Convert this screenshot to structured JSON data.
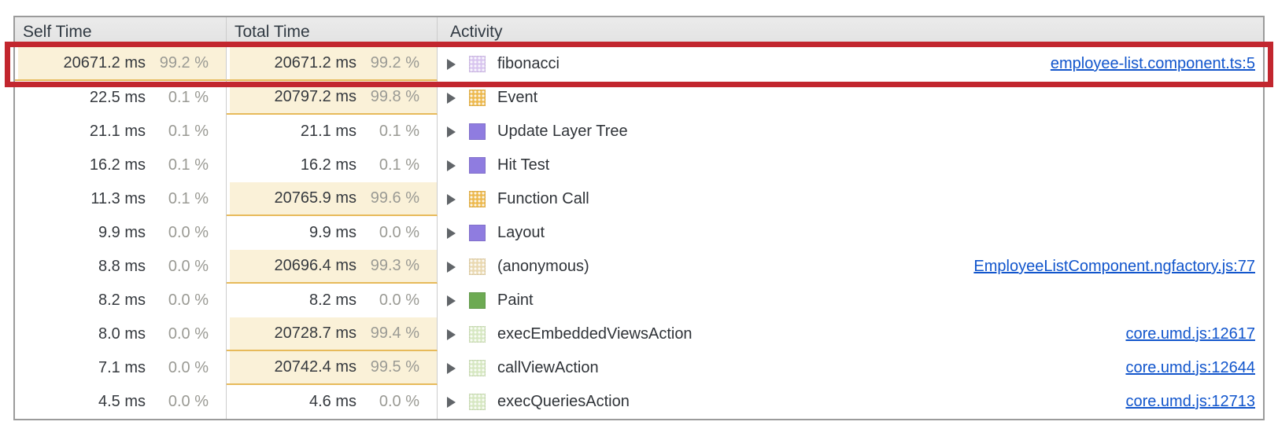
{
  "colors": {
    "annotation_red": "#c2262e",
    "link_blue": "#1155cc",
    "heavy_cell_bg": "#faf1d8",
    "heavy_cell_border": "#e7ba5a",
    "header_text": "#303942",
    "percent_gray": "#9a9a94"
  },
  "table": {
    "columns": [
      {
        "label": "Self Time"
      },
      {
        "label": "Total Time"
      },
      {
        "label": "Activity"
      }
    ],
    "rows": [
      {
        "self_time": "20671.2 ms",
        "self_pct": "99.2 %",
        "self_heavy": true,
        "total_time": "20671.2 ms",
        "total_pct": "99.2 %",
        "total_heavy": true,
        "activity": "fibonacci",
        "swatch_color": "#d9c6ef",
        "swatch_textured": true,
        "link": "employee-list.component.ts:5",
        "annotated": true
      },
      {
        "self_time": "22.5 ms",
        "self_pct": "0.1 %",
        "self_heavy": false,
        "total_time": "20797.2 ms",
        "total_pct": "99.8 %",
        "total_heavy": true,
        "activity": "Event",
        "swatch_color": "#edba50",
        "swatch_textured": true,
        "link": null,
        "annotated": false
      },
      {
        "self_time": "21.1 ms",
        "self_pct": "0.1 %",
        "self_heavy": false,
        "total_time": "21.1 ms",
        "total_pct": "0.1 %",
        "total_heavy": false,
        "activity": "Update Layer Tree",
        "swatch_color": "#8f7ce0",
        "swatch_textured": false,
        "link": null,
        "annotated": false
      },
      {
        "self_time": "16.2 ms",
        "self_pct": "0.1 %",
        "self_heavy": false,
        "total_time": "16.2 ms",
        "total_pct": "0.1 %",
        "total_heavy": false,
        "activity": "Hit Test",
        "swatch_color": "#8f7ce0",
        "swatch_textured": false,
        "link": null,
        "annotated": false
      },
      {
        "self_time": "11.3 ms",
        "self_pct": "0.1 %",
        "self_heavy": false,
        "total_time": "20765.9 ms",
        "total_pct": "99.6 %",
        "total_heavy": true,
        "activity": "Function Call",
        "swatch_color": "#edba50",
        "swatch_textured": true,
        "link": null,
        "annotated": false
      },
      {
        "self_time": "9.9 ms",
        "self_pct": "0.0 %",
        "self_heavy": false,
        "total_time": "9.9 ms",
        "total_pct": "0.0 %",
        "total_heavy": false,
        "activity": "Layout",
        "swatch_color": "#8f7ce0",
        "swatch_textured": false,
        "link": null,
        "annotated": false
      },
      {
        "self_time": "8.8 ms",
        "self_pct": "0.0 %",
        "self_heavy": false,
        "total_time": "20696.4 ms",
        "total_pct": "99.3 %",
        "total_heavy": true,
        "activity": "(anonymous)",
        "swatch_color": "#ead9b2",
        "swatch_textured": true,
        "link": "EmployeeListComponent.ngfactory.js:77",
        "annotated": false
      },
      {
        "self_time": "8.2 ms",
        "self_pct": "0.0 %",
        "self_heavy": false,
        "total_time": "8.2 ms",
        "total_pct": "0.0 %",
        "total_heavy": false,
        "activity": "Paint",
        "swatch_color": "#6daa53",
        "swatch_textured": false,
        "link": null,
        "annotated": false
      },
      {
        "self_time": "8.0 ms",
        "self_pct": "0.0 %",
        "self_heavy": false,
        "total_time": "20728.7 ms",
        "total_pct": "99.4 %",
        "total_heavy": true,
        "activity": "execEmbeddedViewsAction",
        "swatch_color": "#d7e8c3",
        "swatch_textured": true,
        "link": "core.umd.js:12617",
        "annotated": false
      },
      {
        "self_time": "7.1 ms",
        "self_pct": "0.0 %",
        "self_heavy": false,
        "total_time": "20742.4 ms",
        "total_pct": "99.5 %",
        "total_heavy": true,
        "activity": "callViewAction",
        "swatch_color": "#d7e8c3",
        "swatch_textured": true,
        "link": "core.umd.js:12644",
        "annotated": false
      },
      {
        "self_time": "4.5 ms",
        "self_pct": "0.0 %",
        "self_heavy": false,
        "total_time": "4.6 ms",
        "total_pct": "0.0 %",
        "total_heavy": false,
        "activity": "execQueriesAction",
        "swatch_color": "#d7e8c3",
        "swatch_textured": true,
        "link": "core.umd.js:12713",
        "annotated": false
      }
    ]
  }
}
